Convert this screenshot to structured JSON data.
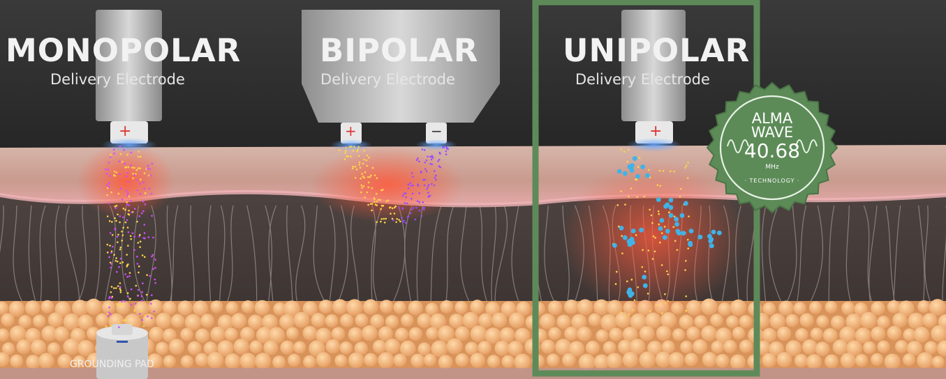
{
  "panels": [
    {
      "title": "MONOPOLAR",
      "subtitle": "Delivery Electrode"
    },
    {
      "title": "BIPOLAR",
      "subtitle": "Delivery Electrode"
    },
    {
      "title": "UNIPOLAR",
      "subtitle": "Delivery Electrode"
    }
  ],
  "grounding_pad_label": "GROUNDING PAD",
  "electrode_signs": {
    "positive": "+",
    "negative": "−"
  },
  "badge": {
    "line1": "ALMA",
    "line2": "WAVE",
    "frequency": "40.68",
    "unit": "MHz",
    "tagline": "· TECHNOLOGY ·"
  },
  "colors": {
    "highlight_frame": "#5e8a5a",
    "badge_green": "#5c8b57",
    "heat": "#ff5a3c",
    "fat": "#f2b27a"
  }
}
